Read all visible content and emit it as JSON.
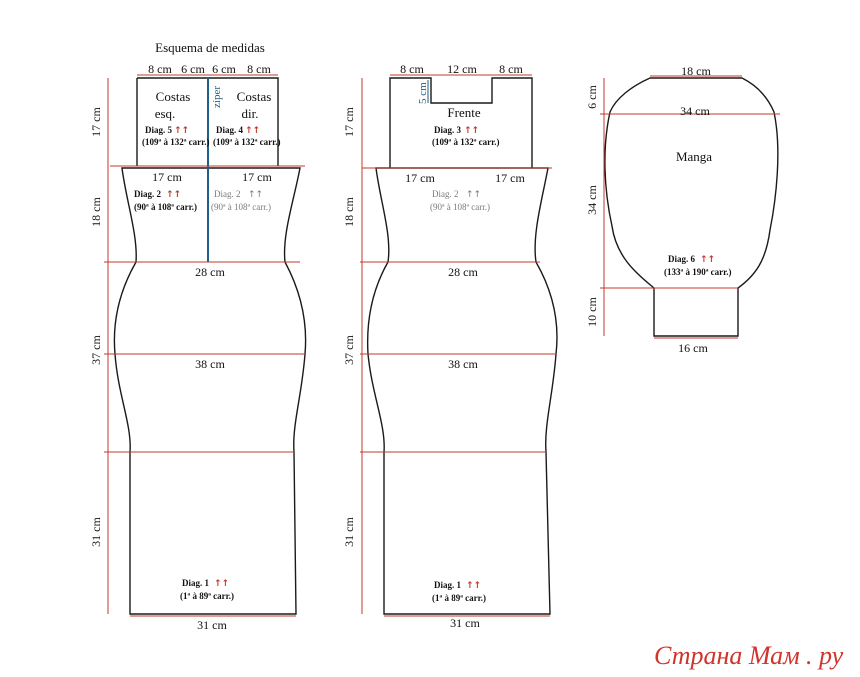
{
  "title": "Esquema de medidas",
  "back": {
    "top_widths": [
      "8 cm",
      "6 cm",
      "6 cm",
      "8 cm"
    ],
    "left_label": "Costas esq.",
    "right_label": "Costas dir.",
    "zipper": "zíper",
    "diag5": {
      "label": "Diag. 5",
      "arrows": "↑↑",
      "range": "(109ª à 132ª carr.)"
    },
    "diag4": {
      "label": "Diag. 4",
      "arrows": "↑↑",
      "range": "(109ª à 132ª carr.)"
    },
    "bust_left": "17 cm",
    "bust_right": "17 cm",
    "diag2": {
      "label": "Diag. 2",
      "arrows": "↑↑",
      "range": "(90ª à 108ª carr.)"
    },
    "diag2_grey": {
      "label": "Diag. 2",
      "arrows": "↑↑",
      "range": "(90ª à 108ª carr.)"
    },
    "waist": "28 cm",
    "hip": "38 cm",
    "diag1": {
      "label": "Diag. 1",
      "arrows": "↑↑",
      "range": "(1ª à 89ª carr.)"
    },
    "hem": "31 cm",
    "heights": [
      "17 cm",
      "18 cm",
      "37 cm",
      "31 cm"
    ]
  },
  "front": {
    "top_widths": [
      "8 cm",
      "12 cm",
      "8 cm"
    ],
    "neck_depth": "5 cm",
    "label": "Frente",
    "diag3": {
      "label": "Diag. 3",
      "arrows": "↑↑",
      "range": "(109ª à 132ª carr.)"
    },
    "bust_left": "17 cm",
    "bust_right": "17 cm",
    "diag2_grey": {
      "label": "Diag. 2",
      "arrows": "↑↑",
      "range": "(90ª à 108ª carr.)"
    },
    "waist": "28 cm",
    "hip": "38 cm",
    "diag1": {
      "label": "Diag. 1",
      "arrows": "↑↑",
      "range": "(1ª à 89ª carr.)"
    },
    "hem": "31 cm",
    "heights": [
      "17 cm",
      "18 cm",
      "37 cm",
      "31 cm"
    ]
  },
  "sleeve": {
    "top_width": "18 cm",
    "width": "34 cm",
    "label": "Manga",
    "diag6": {
      "label": "Diag. 6",
      "arrows": "↑↑",
      "range": "(133ª à 190ª carr.)"
    },
    "cuff": "16 cm",
    "heights": [
      "6 cm",
      "34 cm",
      "10 cm"
    ]
  },
  "watermark": "Страна Мам",
  "watermark_suffix": ". ру",
  "colors": {
    "accent_red": "#c0392b",
    "zipper_blue": "#1f5f8b",
    "outline": "#1a1a1a",
    "watermark": "#d0342c"
  }
}
